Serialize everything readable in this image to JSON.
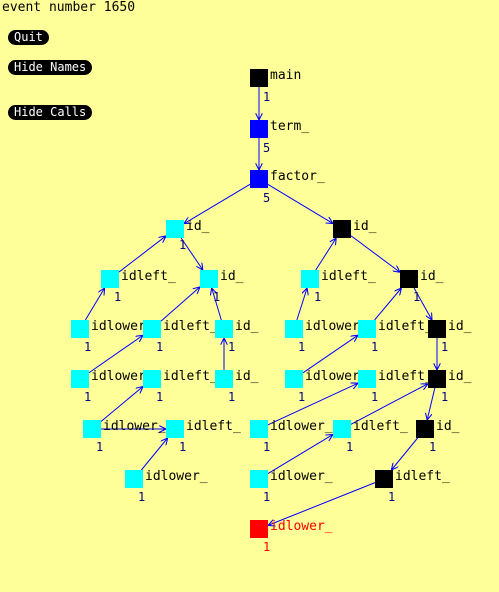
{
  "header": {
    "event_label": "event number 1650"
  },
  "buttons": {
    "quit": "Quit",
    "hide_names": "Hide Names",
    "hide_calls": "Hide Calls"
  },
  "colors": {
    "background": "#ffff99",
    "edge": "#0000ff",
    "count_text": "#000080",
    "black": "#000000",
    "blue": "#0000ff",
    "cyan": "#00ffff",
    "red": "#ff0000"
  },
  "nodes": [
    {
      "id": "main",
      "name": "main",
      "count": "1",
      "color": "black"
    },
    {
      "id": "term",
      "name": "term_",
      "count": "5",
      "color": "blue"
    },
    {
      "id": "factor",
      "name": "factor_",
      "count": "5",
      "color": "blue"
    },
    {
      "id": "id_L",
      "name": "id_",
      "count": "1",
      "color": "cyan"
    },
    {
      "id": "id_R",
      "name": "id_",
      "count": "",
      "color": "black"
    },
    {
      "id": "idleft_L1",
      "name": "idleft_",
      "count": "1",
      "color": "cyan"
    },
    {
      "id": "id_L2",
      "name": "id_",
      "count": "1",
      "color": "cyan"
    },
    {
      "id": "idleft_R1",
      "name": "idleft_",
      "count": "1",
      "color": "cyan"
    },
    {
      "id": "id_R2",
      "name": "id_",
      "count": "1",
      "color": "black"
    },
    {
      "id": "idlower_L1",
      "name": "idlower_",
      "count": "1",
      "color": "cyan"
    },
    {
      "id": "idleft_L2",
      "name": "idleft_",
      "count": "1",
      "color": "cyan"
    },
    {
      "id": "id_L3",
      "name": "id_",
      "count": "1",
      "color": "cyan"
    },
    {
      "id": "idlower_R1",
      "name": "idlower_",
      "count": "1",
      "color": "cyan"
    },
    {
      "id": "idleft_R2",
      "name": "idleft_",
      "count": "1",
      "color": "cyan"
    },
    {
      "id": "id_R3",
      "name": "id_",
      "count": "1",
      "color": "black"
    },
    {
      "id": "idlower_L2",
      "name": "idlower_",
      "count": "1",
      "color": "cyan"
    },
    {
      "id": "idleft_L3",
      "name": "idleft_",
      "count": "1",
      "color": "cyan"
    },
    {
      "id": "id_L4",
      "name": "id_",
      "count": "1",
      "color": "cyan"
    },
    {
      "id": "idlower_R2",
      "name": "idlower_",
      "count": "1",
      "color": "cyan"
    },
    {
      "id": "idleft_R3",
      "name": "idleft_",
      "count": "1",
      "color": "cyan"
    },
    {
      "id": "id_R4",
      "name": "id_",
      "count": "1",
      "color": "black"
    },
    {
      "id": "idlower_L3",
      "name": "idlower_",
      "count": "1",
      "color": "cyan"
    },
    {
      "id": "idleft_L4",
      "name": "idleft_",
      "count": "1",
      "color": "cyan"
    },
    {
      "id": "idlower_R3",
      "name": "idlower_",
      "count": "1",
      "color": "cyan"
    },
    {
      "id": "idleft_R4",
      "name": "idleft_",
      "count": "1",
      "color": "cyan"
    },
    {
      "id": "id_R5",
      "name": "id_",
      "count": "1",
      "color": "black"
    },
    {
      "id": "idlower_L4",
      "name": "idlower_",
      "count": "1",
      "color": "cyan"
    },
    {
      "id": "idlower_R4",
      "name": "idlower_",
      "count": "1",
      "color": "cyan"
    },
    {
      "id": "idleft_R5",
      "name": "idleft_",
      "count": "1",
      "color": "black"
    },
    {
      "id": "idlower_R5",
      "name": "idlower_",
      "count": "1",
      "color": "red"
    }
  ],
  "edges": [
    [
      "main",
      "term"
    ],
    [
      "term",
      "factor"
    ],
    [
      "factor",
      "id_L"
    ],
    [
      "factor",
      "id_R"
    ],
    [
      "idleft_L1",
      "id_L"
    ],
    [
      "id_L",
      "id_L2"
    ],
    [
      "idleft_R1",
      "id_R"
    ],
    [
      "id_R",
      "id_R2"
    ],
    [
      "idlower_L1",
      "idleft_L1"
    ],
    [
      "idleft_L2",
      "id_L2"
    ],
    [
      "id_L3",
      "id_L2"
    ],
    [
      "idlower_R1",
      "idleft_R1"
    ],
    [
      "idleft_R2",
      "id_R2"
    ],
    [
      "id_R2",
      "id_R3"
    ],
    [
      "idlower_L2",
      "idleft_L2"
    ],
    [
      "id_L4",
      "id_L3"
    ],
    [
      "idlower_R2",
      "idleft_R2"
    ],
    [
      "id_R3",
      "id_R4"
    ],
    [
      "idlower_L3",
      "idleft_L3"
    ],
    [
      "idlower_L3",
      "idleft_L4"
    ],
    [
      "idlower_R3",
      "idleft_R3"
    ],
    [
      "idleft_R4",
      "id_R4"
    ],
    [
      "id_R4",
      "id_R5"
    ],
    [
      "idlower_L4",
      "idleft_L4"
    ],
    [
      "idlower_R4",
      "idleft_R4"
    ],
    [
      "id_R5",
      "idleft_R5"
    ],
    [
      "idleft_R5",
      "idlower_R5"
    ]
  ]
}
